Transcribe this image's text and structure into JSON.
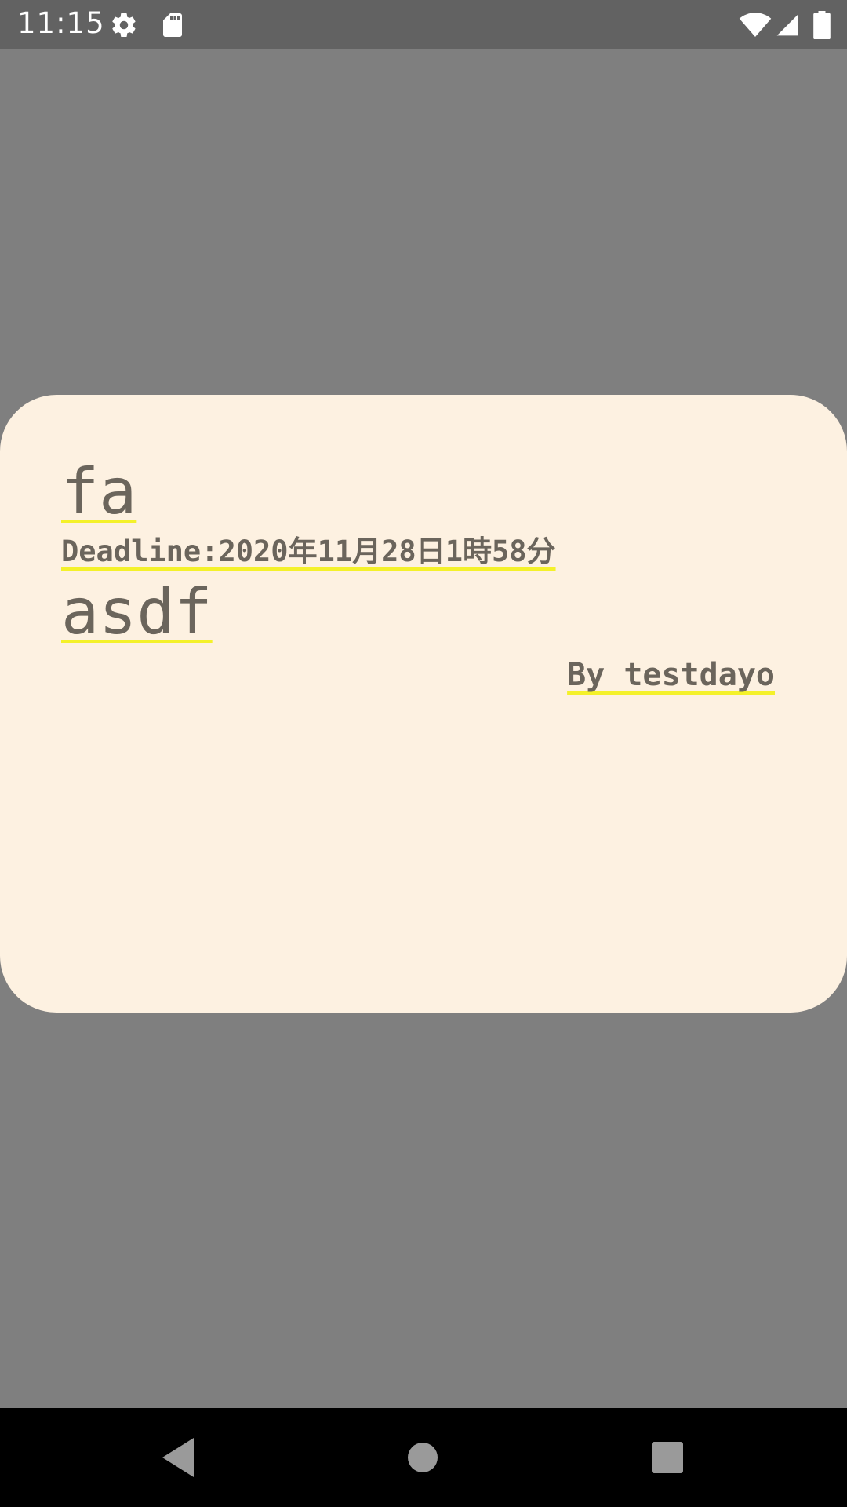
{
  "status_bar": {
    "time": "11:15",
    "icons": [
      "gear-icon",
      "sd-card-icon",
      "wifi-icon",
      "cell-signal-icon",
      "battery-icon"
    ]
  },
  "card": {
    "title": "fa",
    "deadline": "Deadline:2020年11月28日1時58分",
    "body": "asdf",
    "author": "By testdayo"
  },
  "nav_bar": {
    "buttons": [
      "back-icon",
      "home-icon",
      "recents-icon"
    ]
  },
  "colors": {
    "status_bar": "#626262",
    "scrim": "#7f7f7f",
    "card": "#fdf1e1",
    "text": "#6b655c",
    "underline": "#f4f12a",
    "nav_bar": "#000000"
  }
}
